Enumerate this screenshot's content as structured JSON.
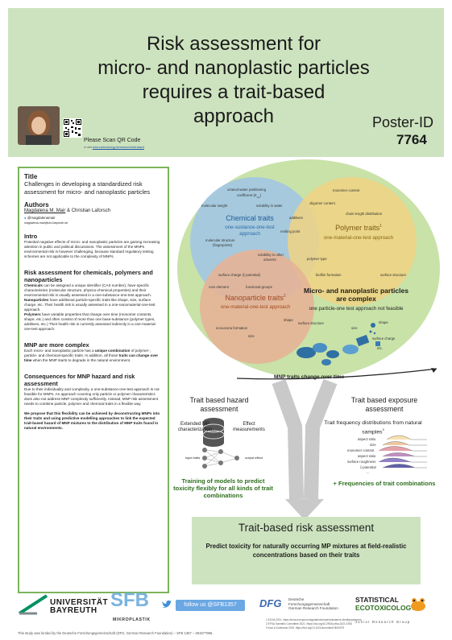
{
  "header": {
    "title_lines": [
      "Risk assessment for",
      "micro- and nanoplastic particles",
      "requires a trait-based",
      "approach"
    ],
    "poster_id_label": "Poster-ID",
    "poster_id": "7764",
    "scan_label": "Please Scan QR Code",
    "scan_url_prefix": "or visit",
    "scan_url": "www.ecotoxicology.de/research/trait-based"
  },
  "left": {
    "title_heading": "Title",
    "title_text": "Challenges in developing a standardized risk assessment for micro- and nanoplastic particles",
    "authors_heading": "Authors",
    "author_main": "Magdalena M. Mair",
    "author_rest": " & Christian Laforsch",
    "twitter": "@magdalenamair",
    "email": "magdalena.mair@uni-bayreuth.de",
    "intro_heading": "Intro",
    "intro_text": "Potential negative effects of micro- and nanoplastic particles are gaining increasing attention in public and political discussions. The assessment of the MNPs environmental risk is however challenging, because standard regulatory testing schemes are not applicable to the complexity of MNPs.",
    "risk_heading": "Risk assessment for chemicals, polymers and nanoparticles",
    "chem_word": "Chemicals",
    "chem_text": " can be assigned a unique identifier (CAS number), have specific characteristics (molecular structure, physico-chemical properties) and their environmental risk is usually assessed in a one-substance-one-test approach.",
    "nano_word": "Nanoparticles",
    "nano_text": " have additional particle-specific traits like shape, size, surface charge, etc. Their health risk is usually assessed in a one-nanomaterial-one-test approach.",
    "poly_word": "Polymers",
    "poly_text": " have variable properties that change over time (monomer contents, shape, etc.) and often consist of more than one base-substance (polymer types, additives, etc.) Their health risk is currently assessed indirectly in a one-material-one-test approach.",
    "complex_heading": "MNP are more complex",
    "complex_text_a": "Each micro- and nanoplastic particle has a ",
    "complex_bold_a": "unique combination",
    "complex_text_b": " of polymer-, particle- and chemical-specific traits. In addition, all those ",
    "complex_bold_b": "traits can change over time",
    "complex_text_c": " when the MNP starts to degrade in the natural environment.",
    "cons_heading": "Consequences for MNP hazard and risk assessment",
    "cons_text": "Due to their individuality and complexity, a one-substance-one-test approach is not feasible for MNPs. An approach covering only particle or polymer characteristics does also not address MNP complexity sufficiently. Instead, MNP risk assessment needs to combine particle, polymer and chemical traits in a flexible way.",
    "propose_text": "We propose that this flexibility can be achieved by deconstructing MNPs into their traits and using predictive modelling approaches to link the expected trait-based hazard of MNP mixtures to the distribution of MNP traits found in natural environments."
  },
  "venn": {
    "chem_title": "Chemical traits",
    "chem_sub": "one-sustance-one-test approach",
    "poly_title": "Polymer traits",
    "poly_sup": "1",
    "poly_sub": "one-material-one-test approach",
    "nano_title": "Nanoparticle traits",
    "nano_sup": "2",
    "nano_sub": "one-material-one-test approach",
    "labels": {
      "octanol": "octanol-water partitioning",
      "coeff": "coefficient (K",
      "coeff_sub": "ow",
      "coeff_end": ")",
      "mol_weight": "molecular weight",
      "solubility": "solubility in water",
      "additives": "additives",
      "melting": "melting point",
      "mol_structure": "molecular structure",
      "fingerprints": "(fingerprints)",
      "sol_other": "solubility in other",
      "solvents": "solvents",
      "monomer": "monomer content",
      "oligomer": "oligomer content",
      "chain": "chain length distribution",
      "polymer_type": "polymer type",
      "biofilm": "biofilm formation",
      "surface_str": "surface structure",
      "surface_charge": "surface charge (ζ-potential)",
      "core": "core element",
      "functional": "functional groups",
      "shape": "shape",
      "ecocorona": "ecocorona formation",
      "size": "size"
    },
    "complex_title": "Micro- and nanoplastic particles are complex",
    "complex_sub": "one particle-one test approach not feasible",
    "particle_labels": [
      "surface structure",
      "size",
      "shape",
      "surface charge",
      "etc."
    ],
    "over_time": "MNP traits change over time"
  },
  "hazard": {
    "title": "Trait based hazard assessment",
    "extended": "Extended MP characterization",
    "effect": "Effect measurements",
    "input": "input traits",
    "output": "output effect",
    "training": "Training of models to predict toxicity flexibly for all kinds of trait combinations"
  },
  "exposure": {
    "title": "Trait based exposure assessment",
    "freq": "Trait frequency distributions from natural samples",
    "freq_sup": "3",
    "traits": [
      "aspect ratio",
      "size",
      "monomer content",
      "aspect ratio",
      "surface roughness",
      "ζ-potential",
      "..."
    ],
    "frequencies": "+ Frequencies of trait combinations"
  },
  "risk": {
    "title": "Trait-based risk assessment",
    "sub": "Predict toxicity for naturally occurring MP mixtures at field-realistic concentrations based on their traits"
  },
  "footer": {
    "uni_line1": "UNIVERSITÄT",
    "uni_line2": "BAYREUTH",
    "sfb": "SFB",
    "sfb_sub": "MIKROPLASTIK",
    "twitter": "follow us @SFB1357",
    "dfg": "DFG",
    "dfg_line1": "Deutsche",
    "dfg_line2": "Forschungsgemeinschaft",
    "dfg_line3": "German Research Foundation",
    "eco_line1": "STATISTICAL",
    "eco_line2": "ECOTOXICOLOGY",
    "eco_sub": "Junior Research Group",
    "funded": "This study was funded by the Deutsche Forschungsgemeinschaft (DFG, German Research Foundation) – SFB 1357 – 391977956.",
    "refs": [
      "1   ECHA 2021. https://echa.europa.eu/regulations/reach/substance-identity/polymers",
      "2   EFSA Scientific Committee 2021. https://doi.org/10.2903/j.efsa.2021.6768",
      "3   Kooi & Koelmans 2019. https://doi.org/10.1021/acs.estlett.9b00379"
    ]
  },
  "colors": {
    "header_green": "#cde3bf",
    "border_green": "#7cb45b",
    "chem_blue": "#a0c4e6",
    "poly_yellow": "#f0d282",
    "nano_salmon": "#e6b496",
    "training_green": "#2e6e1e"
  }
}
